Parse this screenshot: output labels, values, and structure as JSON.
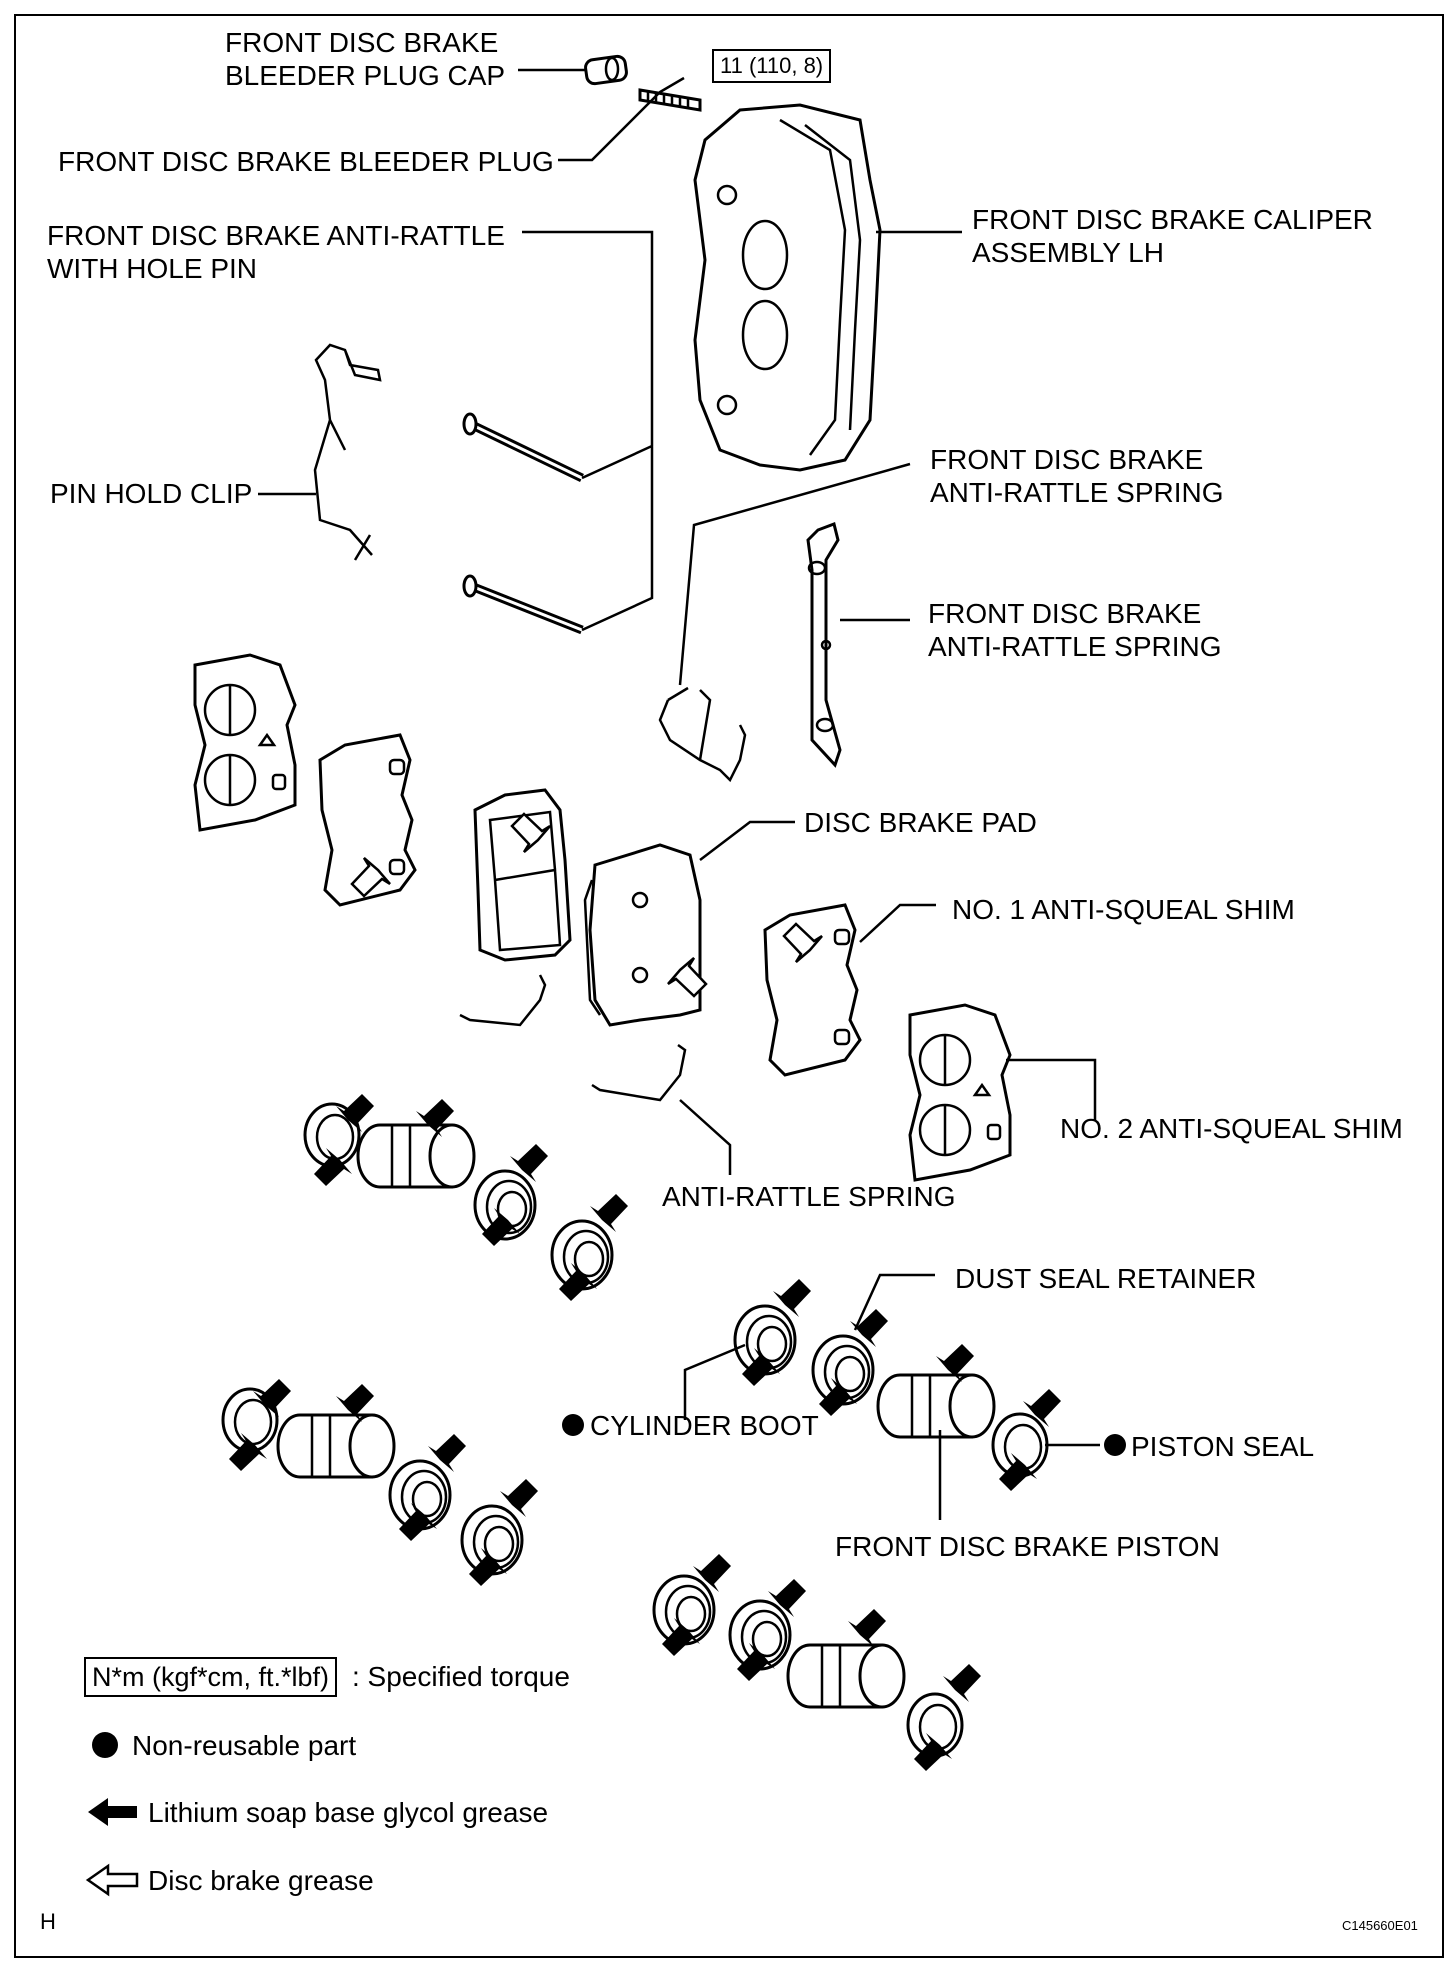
{
  "labels": {
    "bleeder_cap": [
      "FRONT DISC BRAKE",
      "BLEEDER PLUG CAP"
    ],
    "torque": "11 (110, 8)",
    "bleeder_plug": "FRONT DISC BRAKE BLEEDER PLUG",
    "caliper": [
      "FRONT DISC BRAKE CALIPER",
      "ASSEMBLY LH"
    ],
    "anti_rattle_pin": [
      "FRONT DISC BRAKE ANTI-RATTLE",
      "WITH HOLE PIN"
    ],
    "pin_hold_clip": "PIN HOLD CLIP",
    "anti_rattle_spring_1": [
      "FRONT DISC BRAKE",
      "ANTI-RATTLE SPRING"
    ],
    "anti_rattle_spring_2": [
      "FRONT DISC BRAKE",
      "ANTI-RATTLE SPRING"
    ],
    "disc_brake_pad": "DISC BRAKE PAD",
    "no1_shim": "NO. 1 ANTI-SQUEAL SHIM",
    "no2_shim": "NO. 2 ANTI-SQUEAL SHIM",
    "anti_rattle_spring": "ANTI-RATTLE SPRING",
    "dust_seal_retainer": "DUST SEAL RETAINER",
    "cylinder_boot": "CYLINDER BOOT",
    "piston_seal": "PISTON SEAL",
    "piston": "FRONT DISC BRAKE PISTON"
  },
  "legend": {
    "torque_box": "N*m (kgf*cm, ft.*lbf)",
    "torque_text": ": Specified torque",
    "nonreusable": "Non-reusable part",
    "lithium": "Lithium soap base glycol grease",
    "disc_grease": "Disc brake grease"
  },
  "footer": {
    "left": "H",
    "right": "C145660E01"
  }
}
